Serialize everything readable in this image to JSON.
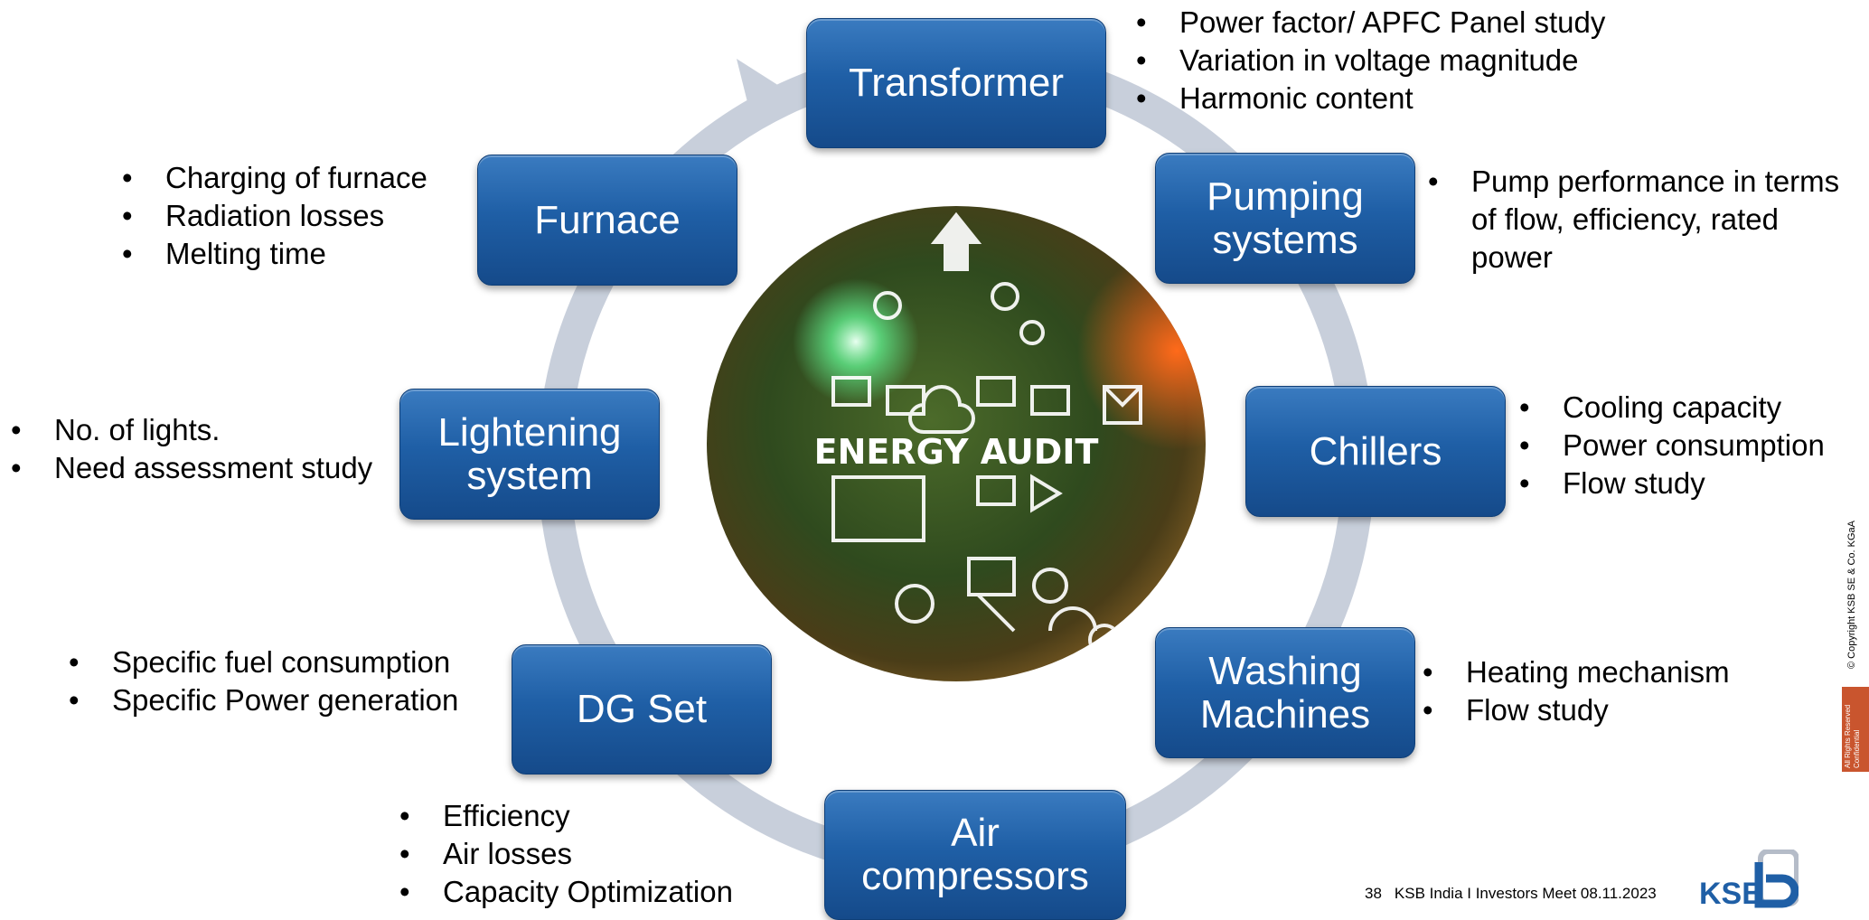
{
  "center_image": {
    "title": "ENERGY AUDIT"
  },
  "nodes": {
    "transformer": "Transformer",
    "pumping_line1": "Pumping",
    "pumping_line2": "systems",
    "chillers": "Chillers",
    "washing_line1": "Washing",
    "washing_line2": "Machines",
    "air_line1": "Air",
    "air_line2": "compressors",
    "dg_set": "DG Set",
    "lightening_line1": "Lightening",
    "lightening_line2": "system",
    "furnace": "Furnace"
  },
  "bullets": {
    "transformer": [
      "Power factor/ APFC Panel study",
      "Variation in voltage magnitude",
      "Harmonic content"
    ],
    "pumping": [
      "Pump performance in terms",
      "of flow, efficiency, rated",
      "power"
    ],
    "chillers": [
      "Cooling capacity",
      "Power consumption",
      "Flow study"
    ],
    "washing": [
      "Heating mechanism",
      "Flow study"
    ],
    "air": [
      "Efficiency",
      "Air losses",
      "Capacity Optimization"
    ],
    "dg_set": [
      "Specific fuel consumption",
      "Specific Power generation"
    ],
    "lightening": [
      "No. of lights.",
      "Need assessment study"
    ],
    "furnace": [
      "Charging of furnace",
      "Radiation losses",
      "Melting time"
    ]
  },
  "footer": {
    "page_number": "38",
    "text": "KSB India I Investors Meet 08.11.2023",
    "logo": "KSB",
    "copyright": "© Copyright KSB SE & Co. KGaA",
    "stamp_line1": "All Rights Reserved",
    "stamp_line2": "Confidential"
  },
  "colors": {
    "node_blue": "#1f5fa6",
    "ring_gray": "#c8cfdb",
    "logo_blue": "#1f5fa6",
    "stamp_red": "#c9552e"
  }
}
